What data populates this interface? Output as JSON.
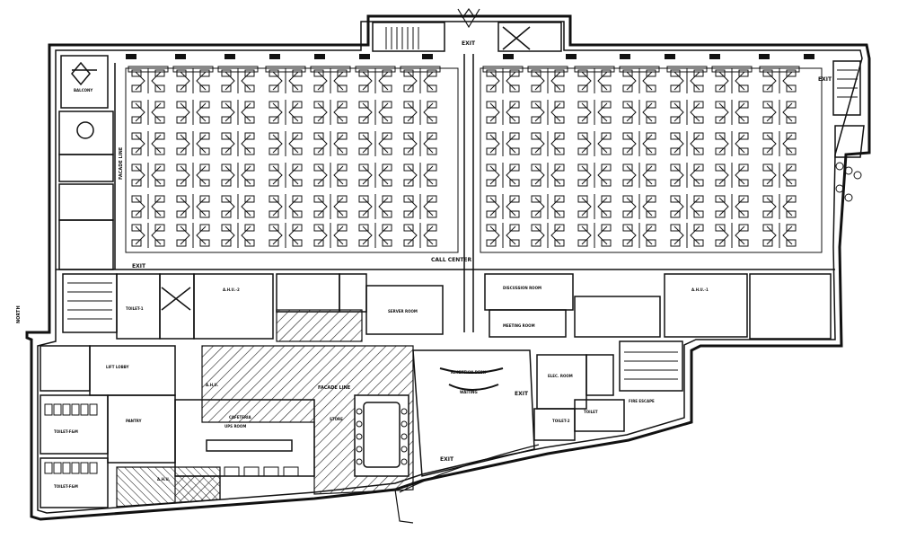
{
  "labels": {
    "exit_top": "EXIT",
    "exit_left": "EXIT",
    "exit_right": "EXIT",
    "exit_reception": "EXIT",
    "exit_bottom": "EXIT",
    "call_center": "CALL CENTER",
    "facade_line_left": "FACADE LINE",
    "facade_line_mid": "FACADE LINE",
    "balcony": "BALCONY",
    "server_room": "SERVER ROOM",
    "ahu_1": "A.H.U.-1",
    "ahu_2": "A.H.U.-2",
    "ahu_3": "A.H.U.",
    "ahu_4": "A.H.U.",
    "toilet_1": "TOILET-1",
    "toilet_2": "TOILET-2",
    "toilet_3": "TOILET",
    "toilet_4": "TOILET-F&M",
    "toilet_5": "TOILET-F&M",
    "lobby": "LIFT LOBBY",
    "reception_desk": "RECEPTION DESK",
    "waiting": "WAITING",
    "cafeteria": "CAFETERIA",
    "store": "STORE",
    "meeting_room": "MEETING ROOM",
    "discussion_room": "DISCUSSION ROOM",
    "ups_room": "UPS ROOM",
    "pantry": "PANTRY",
    "elec_room": "ELEC. ROOM",
    "fire_escape": "FIRE ESCAPE",
    "north": "NORTH"
  },
  "colors": {
    "line": "#111111",
    "hatch": "#222222",
    "background": "#ffffff"
  }
}
